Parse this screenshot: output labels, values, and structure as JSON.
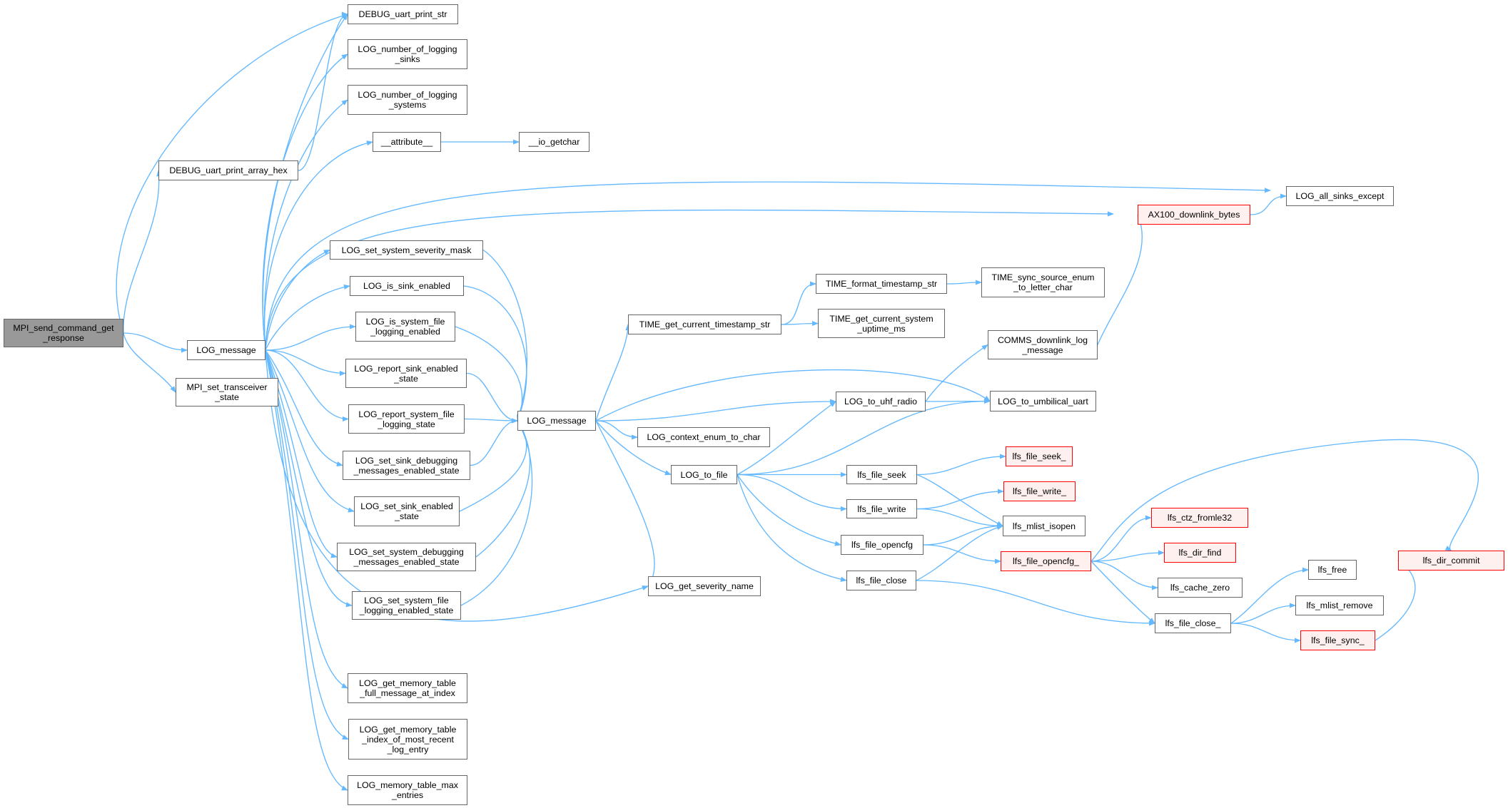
{
  "diagram": {
    "nodes": [
      {
        "id": "mpi_send",
        "label": "MPI_send_command_get\n_response",
        "style": "root"
      },
      {
        "id": "dbg_print_str",
        "label": "DEBUG_uart_print_str"
      },
      {
        "id": "dbg_print_hex",
        "label": "DEBUG_uart_print_array_hex"
      },
      {
        "id": "log_message_a",
        "label": "LOG_message"
      },
      {
        "id": "mpi_set_trx",
        "label": "MPI_set_transceiver\n_state"
      },
      {
        "id": "log_num_sinks",
        "label": "LOG_number_of_logging\n_sinks"
      },
      {
        "id": "log_num_systems",
        "label": "LOG_number_of_logging\n_systems"
      },
      {
        "id": "attribute",
        "label": "__attribute__"
      },
      {
        "id": "io_getchar",
        "label": "__io_getchar"
      },
      {
        "id": "log_set_sys_sev",
        "label": "LOG_set_system_severity_mask"
      },
      {
        "id": "log_is_sink_en",
        "label": "LOG_is_sink_enabled"
      },
      {
        "id": "log_is_sys_file",
        "label": "LOG_is_system_file\n_logging_enabled"
      },
      {
        "id": "log_rep_sink",
        "label": "LOG_report_sink_enabled\n_state"
      },
      {
        "id": "log_rep_sys_file",
        "label": "LOG_report_system_file\n_logging_state"
      },
      {
        "id": "log_set_sink_dbg",
        "label": "LOG_set_sink_debugging\n_messages_enabled_state"
      },
      {
        "id": "log_set_sink_en",
        "label": "LOG_set_sink_enabled\n_state"
      },
      {
        "id": "log_set_sys_dbg",
        "label": "LOG_set_system_debugging\n_messages_enabled_state"
      },
      {
        "id": "log_set_sys_file",
        "label": "LOG_set_system_file\n_logging_enabled_state"
      },
      {
        "id": "log_mem_full",
        "label": "LOG_get_memory_table\n_full_message_at_index"
      },
      {
        "id": "log_mem_recent",
        "label": "LOG_get_memory_table\n_index_of_most_recent\n_log_entry"
      },
      {
        "id": "log_mem_max",
        "label": "LOG_memory_table_max\n_entries"
      },
      {
        "id": "log_message_b",
        "label": "LOG_message"
      },
      {
        "id": "time_get_ts",
        "label": "TIME_get_current_timestamp_str"
      },
      {
        "id": "time_fmt_ts",
        "label": "TIME_format_timestamp_str"
      },
      {
        "id": "time_sync_src",
        "label": "TIME_sync_source_enum\n_to_letter_char"
      },
      {
        "id": "time_uptime",
        "label": "TIME_get_current_system\n_uptime_ms"
      },
      {
        "id": "log_ctx_enum",
        "label": "LOG_context_enum_to_char"
      },
      {
        "id": "log_to_file",
        "label": "LOG_to_file"
      },
      {
        "id": "log_get_sev",
        "label": "LOG_get_severity_name"
      },
      {
        "id": "log_to_uhf",
        "label": "LOG_to_uhf_radio"
      },
      {
        "id": "log_to_umb",
        "label": "LOG_to_umbilical_uart"
      },
      {
        "id": "comms_dl_log",
        "label": "COMMS_downlink_log\n_message"
      },
      {
        "id": "ax100_dl",
        "label": "AX100_downlink_bytes",
        "style": "red"
      },
      {
        "id": "log_all_sinks",
        "label": "LOG_all_sinks_except"
      },
      {
        "id": "lfs_file_seek",
        "label": "lfs_file_seek"
      },
      {
        "id": "lfs_file_write",
        "label": "lfs_file_write"
      },
      {
        "id": "lfs_file_opencfg",
        "label": "lfs_file_opencfg"
      },
      {
        "id": "lfs_file_close",
        "label": "lfs_file_close"
      },
      {
        "id": "lfs_file_seek_",
        "label": "lfs_file_seek_",
        "style": "red"
      },
      {
        "id": "lfs_file_write_",
        "label": "lfs_file_write_",
        "style": "red"
      },
      {
        "id": "lfs_mlist_isopen",
        "label": "lfs_mlist_isopen"
      },
      {
        "id": "lfs_file_opencfg_",
        "label": "lfs_file_opencfg_",
        "style": "red"
      },
      {
        "id": "lfs_ctz_fromle32",
        "label": "lfs_ctz_fromle32",
        "style": "red"
      },
      {
        "id": "lfs_dir_find",
        "label": "lfs_dir_find",
        "style": "red"
      },
      {
        "id": "lfs_cache_zero",
        "label": "lfs_cache_zero"
      },
      {
        "id": "lfs_file_close_",
        "label": "lfs_file_close_"
      },
      {
        "id": "lfs_free",
        "label": "lfs_free"
      },
      {
        "id": "lfs_mlist_remove",
        "label": "lfs_mlist_remove"
      },
      {
        "id": "lfs_file_sync_",
        "label": "lfs_file_sync_",
        "style": "red"
      },
      {
        "id": "lfs_dir_commit",
        "label": "lfs_dir_commit",
        "style": "red"
      }
    ],
    "edges": [
      [
        "mpi_send",
        "dbg_print_str"
      ],
      [
        "mpi_send",
        "dbg_print_hex"
      ],
      [
        "mpi_send",
        "log_message_a"
      ],
      [
        "mpi_send",
        "mpi_set_trx"
      ],
      [
        "dbg_print_hex",
        "dbg_print_str"
      ],
      [
        "log_message_a",
        "dbg_print_str"
      ],
      [
        "log_message_a",
        "log_num_sinks"
      ],
      [
        "log_message_a",
        "log_num_systems"
      ],
      [
        "log_message_a",
        "attribute"
      ],
      [
        "log_message_a",
        "log_all_sinks"
      ],
      [
        "log_message_a",
        "ax100_dl"
      ],
      [
        "log_message_a",
        "log_set_sys_sev"
      ],
      [
        "log_message_a",
        "log_is_sink_en"
      ],
      [
        "log_message_a",
        "log_is_sys_file"
      ],
      [
        "log_message_a",
        "log_rep_sink"
      ],
      [
        "log_message_a",
        "log_rep_sys_file"
      ],
      [
        "log_message_a",
        "log_set_sink_dbg"
      ],
      [
        "log_message_a",
        "log_set_sink_en"
      ],
      [
        "log_message_a",
        "log_set_sys_dbg"
      ],
      [
        "log_message_a",
        "log_set_sys_file"
      ],
      [
        "log_message_a",
        "log_get_sev"
      ],
      [
        "log_message_a",
        "log_mem_full"
      ],
      [
        "log_message_a",
        "log_mem_recent"
      ],
      [
        "log_message_a",
        "log_mem_max"
      ],
      [
        "attribute",
        "io_getchar"
      ],
      [
        "log_set_sys_sev",
        "log_message_b"
      ],
      [
        "log_is_sink_en",
        "log_message_b"
      ],
      [
        "log_is_sys_file",
        "log_message_b"
      ],
      [
        "log_rep_sink",
        "log_message_b"
      ],
      [
        "log_rep_sys_file",
        "log_message_b"
      ],
      [
        "log_set_sink_dbg",
        "log_message_b"
      ],
      [
        "log_set_sink_en",
        "log_message_b"
      ],
      [
        "log_set_sys_dbg",
        "log_message_b"
      ],
      [
        "log_set_sys_file",
        "log_message_b"
      ],
      [
        "log_message_b",
        "time_get_ts"
      ],
      [
        "log_message_b",
        "log_to_umb"
      ],
      [
        "log_message_b",
        "log_to_uhf"
      ],
      [
        "log_message_b",
        "log_ctx_enum"
      ],
      [
        "log_message_b",
        "log_to_file"
      ],
      [
        "log_message_b",
        "log_get_sev"
      ],
      [
        "time_get_ts",
        "time_fmt_ts"
      ],
      [
        "time_get_ts",
        "time_uptime"
      ],
      [
        "time_fmt_ts",
        "time_sync_src"
      ],
      [
        "log_to_uhf",
        "comms_dl_log"
      ],
      [
        "log_to_uhf",
        "log_to_umb"
      ],
      [
        "comms_dl_log",
        "ax100_dl"
      ],
      [
        "ax100_dl",
        "log_all_sinks"
      ],
      [
        "log_to_file",
        "log_to_uhf"
      ],
      [
        "log_to_file",
        "log_to_umb"
      ],
      [
        "log_to_file",
        "lfs_file_seek"
      ],
      [
        "log_to_file",
        "lfs_file_write"
      ],
      [
        "log_to_file",
        "lfs_file_opencfg"
      ],
      [
        "log_to_file",
        "lfs_file_close"
      ],
      [
        "lfs_file_seek",
        "lfs_file_seek_"
      ],
      [
        "lfs_file_seek",
        "lfs_mlist_isopen"
      ],
      [
        "lfs_file_write",
        "lfs_file_write_"
      ],
      [
        "lfs_file_write",
        "lfs_mlist_isopen"
      ],
      [
        "lfs_file_opencfg",
        "lfs_mlist_isopen"
      ],
      [
        "lfs_file_opencfg",
        "lfs_file_opencfg_"
      ],
      [
        "lfs_file_close",
        "lfs_mlist_isopen"
      ],
      [
        "lfs_file_close",
        "lfs_file_close_"
      ],
      [
        "lfs_file_opencfg_",
        "lfs_dir_commit"
      ],
      [
        "lfs_file_opencfg_",
        "lfs_ctz_fromle32"
      ],
      [
        "lfs_file_opencfg_",
        "lfs_dir_find"
      ],
      [
        "lfs_file_opencfg_",
        "lfs_cache_zero"
      ],
      [
        "lfs_file_opencfg_",
        "lfs_file_close_"
      ],
      [
        "lfs_file_close_",
        "lfs_free"
      ],
      [
        "lfs_file_close_",
        "lfs_mlist_remove"
      ],
      [
        "lfs_file_close_",
        "lfs_file_sync_"
      ],
      [
        "lfs_file_sync_",
        "lfs_dir_commit"
      ]
    ]
  },
  "colors": {
    "edge": "#63b8ff",
    "root_fill": "#999999",
    "node_border": "#666666",
    "missing_border": "#ff0000"
  }
}
